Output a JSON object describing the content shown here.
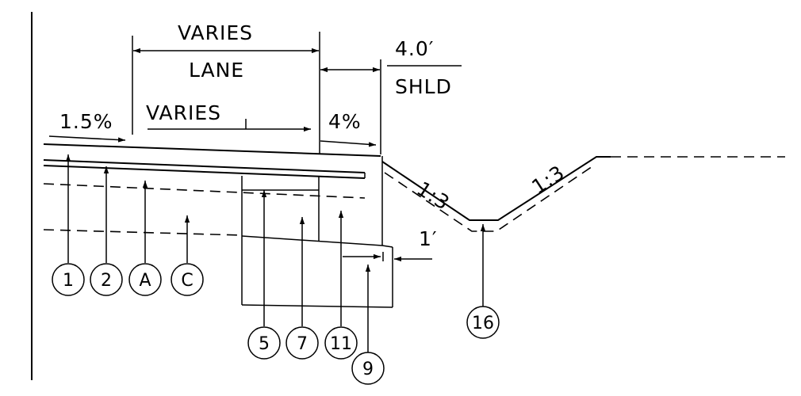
{
  "dimensions": {
    "lane_width": "VARIES",
    "lane_label": "LANE",
    "shoulder_width": "4.0′",
    "shoulder_label": "SHLD",
    "lane_slope": "1.5%",
    "varies_label": "VARIES",
    "shoulder_slope": "4%",
    "foreslope": "1:3",
    "backslope": "1:3",
    "offset": "1′"
  },
  "callouts": {
    "c1": "1",
    "c2": "2",
    "cA": "A",
    "cC": "C",
    "c5": "5",
    "c7": "7",
    "c11": "11",
    "c9": "9",
    "c16": "16"
  }
}
